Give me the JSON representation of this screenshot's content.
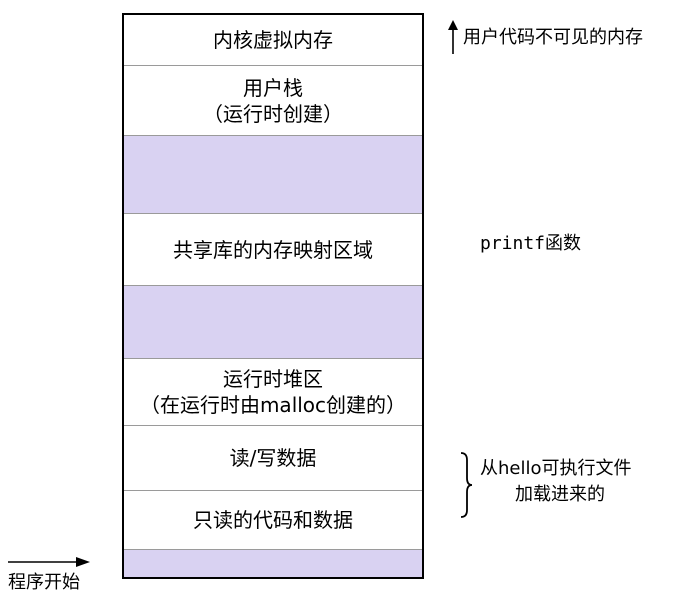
{
  "memory_layout": {
    "segments": [
      {
        "lines": [
          "内核虚拟内存"
        ],
        "fill": "white"
      },
      {
        "lines": [
          "用户栈",
          "（运行时创建）"
        ],
        "fill": "white"
      },
      {
        "lines": [],
        "fill": "lavender"
      },
      {
        "lines": [
          "共享库的内存映射区域"
        ],
        "fill": "white"
      },
      {
        "lines": [],
        "fill": "lavender"
      },
      {
        "lines": [
          "运行时堆区",
          "（在运行时由malloc创建的）"
        ],
        "fill": "white"
      },
      {
        "lines": [
          "读/写数据"
        ],
        "fill": "white"
      },
      {
        "lines": [
          "只读的代码和数据"
        ],
        "fill": "white"
      },
      {
        "lines": [],
        "fill": "lavender"
      }
    ]
  },
  "annotations": {
    "invisible_memory": "用户代码不可见的内存",
    "printf_function": "printf函数",
    "loaded_from_line1": "从hello可执行文件",
    "loaded_from_line2": "加载进来的",
    "program_start": "程序开始"
  },
  "colors": {
    "free_region": "#d9d2f2",
    "border": "#000000",
    "divider": "#9a9a9a"
  }
}
